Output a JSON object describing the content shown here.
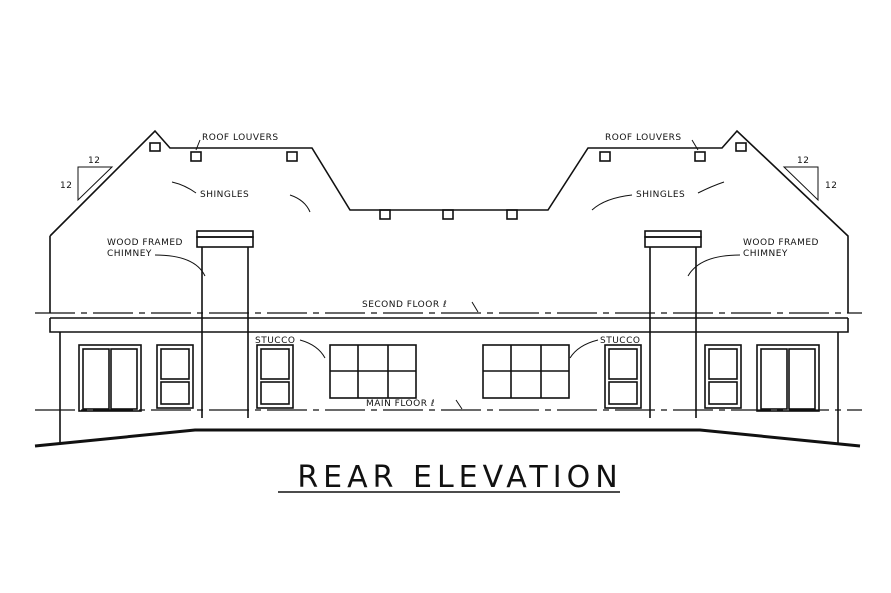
{
  "drawing": {
    "title": "REAR ELEVATION",
    "labels": {
      "roof_louvers_left": "ROOF LOUVERS",
      "roof_louvers_right": "ROOF LOUVERS",
      "shingles_left": "SHINGLES",
      "shingles_right": "SHINGLES",
      "chimney_left_1": "WOOD FRAMED",
      "chimney_left_2": "CHIMNEY",
      "chimney_right_1": "WOOD FRAMED",
      "chimney_right_2": "CHIMNEY",
      "second_floor": "SECOND FLOOR ℓ",
      "main_floor": "MAIN FLOOR ℓ",
      "stucco_left": "STUCCO",
      "stucco_right": "STUCCO"
    },
    "pitch_left": {
      "rise": "12",
      "run": "12"
    },
    "pitch_right": {
      "rise": "12",
      "run": "12"
    }
  }
}
